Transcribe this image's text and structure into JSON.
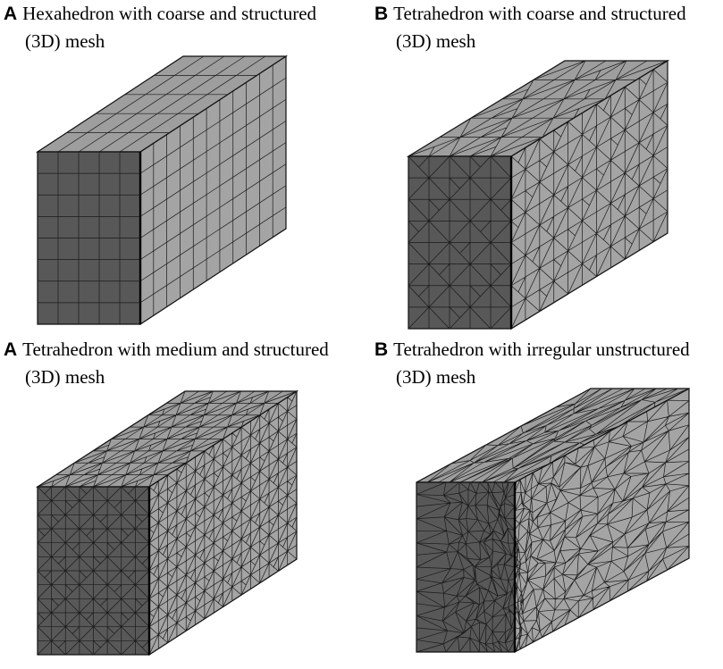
{
  "colors": {
    "front_face": "#585858",
    "side_face": "#a4a4a4",
    "top_face": "#9e9e9e",
    "line": "#1a1a1a",
    "edge": "#000000"
  },
  "panels": [
    {
      "id": "panel-1",
      "letter": "A",
      "title_line1": "Hexahedron with coarse and structured",
      "title_line2": "(3D) mesh",
      "mesh_type": "hexahedral-structured",
      "grid": {
        "front_cols": 5,
        "front_rows": 8,
        "depth_cols": 11,
        "top_rows": 5
      }
    },
    {
      "id": "panel-2",
      "letter": "B",
      "title_line1": "Tetrahedron with coarse and structured",
      "title_line2": "(3D) mesh",
      "mesh_type": "tetrahedral-structured",
      "grid": {
        "front_cols": 5,
        "front_rows": 8,
        "depth_cols": 11,
        "top_rows": 5
      }
    },
    {
      "id": "panel-3",
      "letter": "A",
      "title_line1": "Tetrahedron with medium and structured",
      "title_line2": "(3D) mesh",
      "mesh_type": "tetrahedral-structured",
      "grid": {
        "front_cols": 8,
        "front_rows": 12,
        "depth_cols": 16,
        "top_rows": 8
      }
    },
    {
      "id": "panel-4",
      "letter": "B",
      "title_line1": "Tetrahedron with irregular  unstructured",
      "title_line2": "(3D) mesh",
      "mesh_type": "tetrahedral-unstructured",
      "grid": {
        "front_cols": 9,
        "front_rows": 14,
        "depth_cols": 14,
        "top_rows": 5
      }
    }
  ]
}
